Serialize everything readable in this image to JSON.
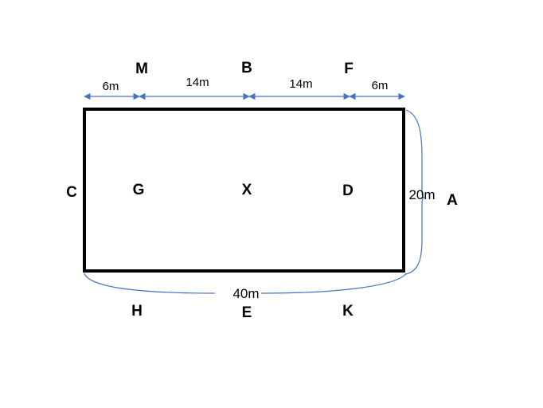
{
  "labels": {
    "M": "M",
    "B": "B",
    "F": "F",
    "C": "C",
    "G": "G",
    "X": "X",
    "D": "D",
    "A": "A",
    "H": "H",
    "E": "E",
    "K": "K"
  },
  "dimensions": {
    "top_left": "6m",
    "top_mid_left": "14m",
    "top_mid_right": "14m",
    "top_right": "6m",
    "right_side": "20m",
    "bottom": "40m"
  },
  "colors": {
    "dimension_lines": "#4472c4",
    "rectangle_border": "#000000"
  }
}
